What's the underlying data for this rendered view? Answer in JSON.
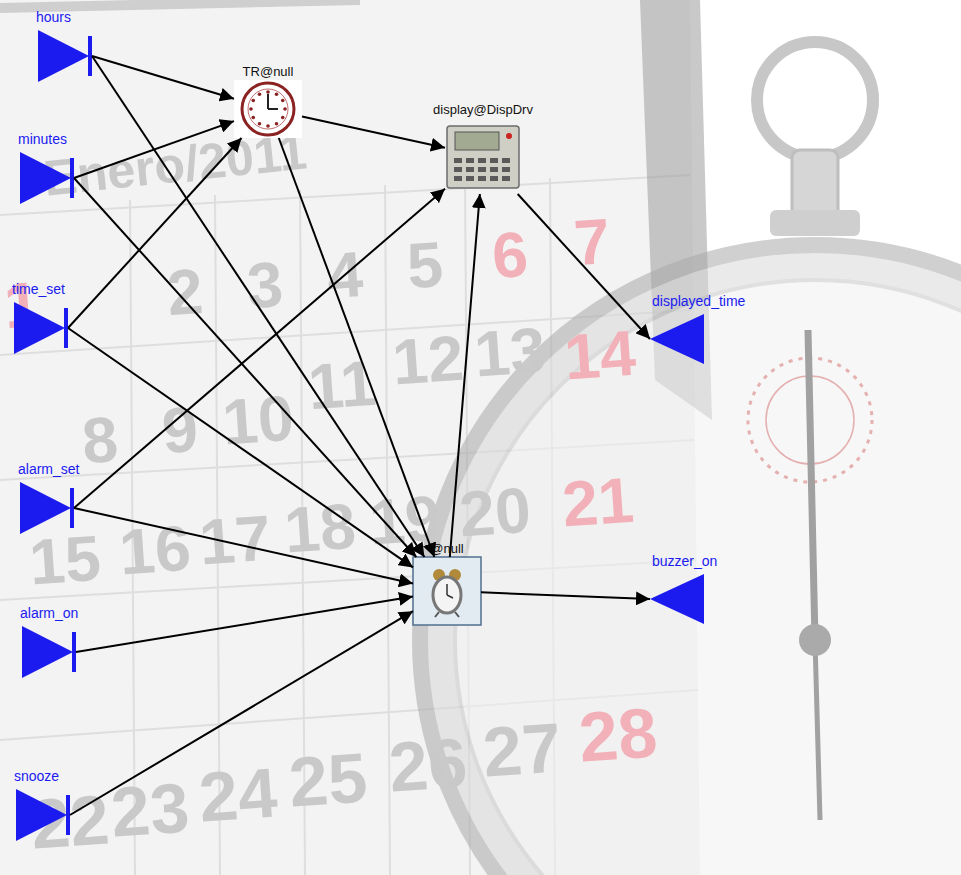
{
  "diagram": {
    "nodes": [
      {
        "text": [
          "hours"
        ]
      },
      {
        "text": [
          "minutes"
        ]
      },
      {
        "text": [
          "time_set"
        ]
      },
      {
        "text": [
          "alarm_set"
        ]
      },
      {
        "text": [
          "alarm_on"
        ]
      },
      {
        "text": [
          "snooze"
        ]
      },
      {
        "text": [
          "TR@null"
        ]
      },
      {
        "text": [
          "display@DispDrv"
        ]
      },
      {
        "text": [
          "@null"
        ]
      },
      {
        "text": [
          "displayed_time"
        ]
      },
      {
        "text": [
          "buzzer_on"
        ]
      }
    ],
    "edges": [
      {
        "from": 0,
        "to": 6,
        "arrow": "to"
      },
      {
        "from": 0,
        "to": 8,
        "arrow": "to"
      },
      {
        "from": 1,
        "to": 6,
        "arrow": "to"
      },
      {
        "from": 1,
        "to": 8,
        "arrow": "to"
      },
      {
        "from": 2,
        "to": 6,
        "arrow": "to"
      },
      {
        "from": 2,
        "to": 8,
        "arrow": "to"
      },
      {
        "from": 3,
        "to": 7,
        "arrow": "to"
      },
      {
        "from": 3,
        "to": 8,
        "arrow": "to"
      },
      {
        "from": 4,
        "to": 8,
        "arrow": "to"
      },
      {
        "from": 5,
        "to": 8,
        "arrow": "to"
      },
      {
        "from": 6,
        "to": 7,
        "arrow": "to"
      },
      {
        "from": 6,
        "to": 8,
        "arrow": "to"
      },
      {
        "from": 8,
        "to": 7,
        "arrow": "to"
      },
      {
        "from": 7,
        "to": 9,
        "arrow": "to"
      },
      {
        "from": 8,
        "to": 10,
        "arrow": "to"
      }
    ],
    "labels": [
      "Enero/2011",
      "1",
      "2",
      "3",
      "4",
      "5",
      "6",
      "7",
      "8",
      "9",
      "10",
      "11",
      "12",
      "13",
      "14",
      "15",
      "16",
      "17",
      "18",
      "19",
      "20",
      "21",
      "22",
      "23",
      "24",
      "25",
      "26",
      "27",
      "28"
    ]
  }
}
